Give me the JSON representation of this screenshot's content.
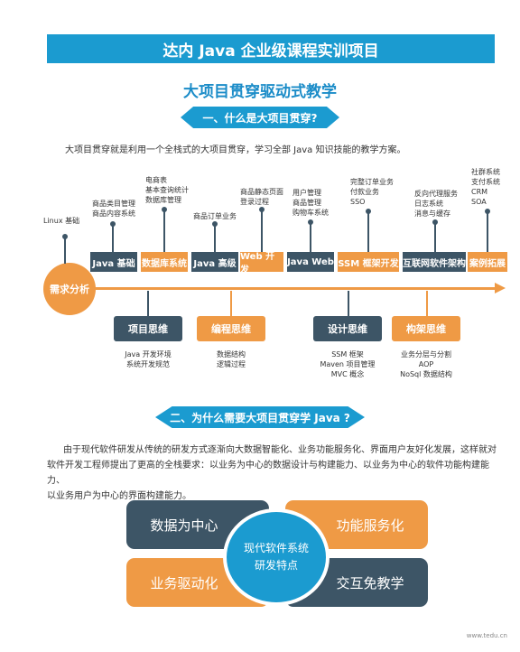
{
  "title": "达内 Java 企业级课程实训项目",
  "subtitle": "大项目贯穿驱动式教学",
  "section1": "一、什么是大项目贯穿?",
  "section1_text": "大项目贯穿就是利用一个全栈式的大项目贯穿，学习全部 Java 知识技能的教学方案。",
  "timeline": {
    "start": "需求分析",
    "stages": [
      {
        "label": "Java 基础",
        "above": [
          "商品类目管理",
          "商品内容系统"
        ]
      },
      {
        "label": "数据库系统",
        "above": [
          "电商表",
          "基本查询统计",
          "数据库管理"
        ]
      },
      {
        "label": "Java 高级",
        "above": [
          "商品订单业务"
        ]
      },
      {
        "label": "Web 开发",
        "above": [
          "商品静态页面",
          "登录过程"
        ]
      },
      {
        "label": "Java Web",
        "above": [
          "用户管理",
          "商品管理",
          "购物车系统"
        ]
      },
      {
        "label": "SSM 框架开发",
        "above": [
          "完整订单业务",
          "付款业务",
          "SSO"
        ]
      },
      {
        "label": "互联网软件架构",
        "above": [
          "反向代理服务",
          "日志系统",
          "消息与缓存"
        ]
      },
      {
        "label": "案例拓展",
        "above": [
          "社群系统",
          "支付系统",
          "CRM",
          "SOA"
        ]
      }
    ],
    "linux": "Linux 基础",
    "below": [
      {
        "label": "项目思维",
        "items": [
          "Java 开发环境",
          "系统开发规范"
        ]
      },
      {
        "label": "编程思维",
        "items": [
          "数据结构",
          "逻辑过程"
        ]
      },
      {
        "label": "设计思维",
        "items": [
          "SSM 框架",
          "Maven 项目管理",
          "MVC 概念"
        ]
      },
      {
        "label": "构架思维",
        "items": [
          "业务分层与分割",
          "AOP",
          "NoSql 数据结构"
        ]
      }
    ]
  },
  "section2": "二、为什么需要大项目贯穿学 Java ?",
  "section2_text": [
    "由于现代软件研发从传统的研发方式逐渐向大数据智能化、业务功能服务化、界面用户友好化发展，这样就对",
    "软件开发工程师提出了更高的全栈要求：以业务为中心的数据设计与构建能力、以业务为中心的软件功能构建能力、",
    "以业务用户为中心的界面构建能力。"
  ],
  "quads": [
    "数据为中心",
    "功能服务化",
    "业务驱动化",
    "交互免教学"
  ],
  "center": [
    "现代软件系统",
    "研发特点"
  ],
  "footer": "www.tedu.cn",
  "colors": {
    "blue": "#1b9bd0",
    "navy": "#3d5566",
    "orange": "#ef9a45"
  }
}
